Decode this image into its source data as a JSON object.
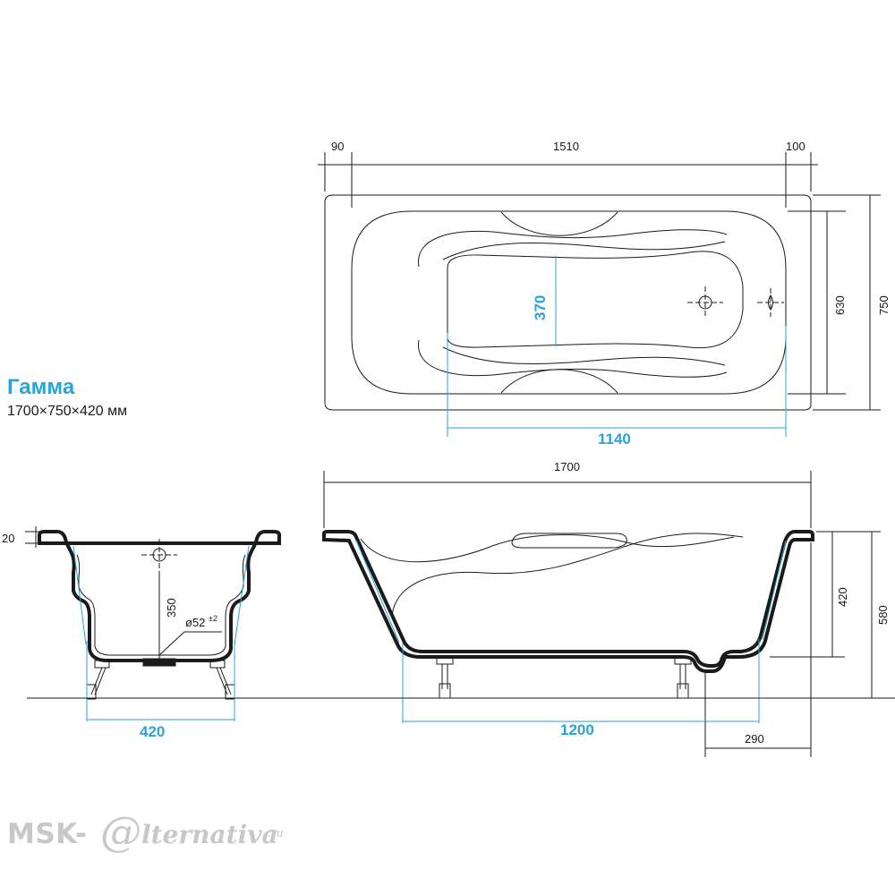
{
  "product": {
    "name": "Гамма",
    "size_text": "1700×750×420 мм"
  },
  "colors": {
    "accent": "#2ba3d9",
    "line": "#1a1a1a",
    "watermark": "#c8c8c8"
  },
  "top_view": {
    "dim_left": "90",
    "dim_middle": "1510",
    "dim_right": "100",
    "dim_inner_width": "630",
    "dim_outer_width": "750",
    "dim_bottom_length": "370",
    "dim_floor_length": "1140"
  },
  "end_view": {
    "dim_rim": "20",
    "dim_drain_height": "350",
    "dim_drain_diameter": "ø52",
    "dim_drain_tolerance": "±2",
    "dim_legs_width": "420"
  },
  "side_view": {
    "dim_total_length": "1700",
    "dim_depth": "420",
    "dim_height": "580",
    "dim_legs_span": "1200",
    "dim_drain_offset": "290"
  },
  "watermark": {
    "lead": "MSK-",
    "mark": "@",
    "tail": "lternativa",
    "tld": ".ru"
  }
}
